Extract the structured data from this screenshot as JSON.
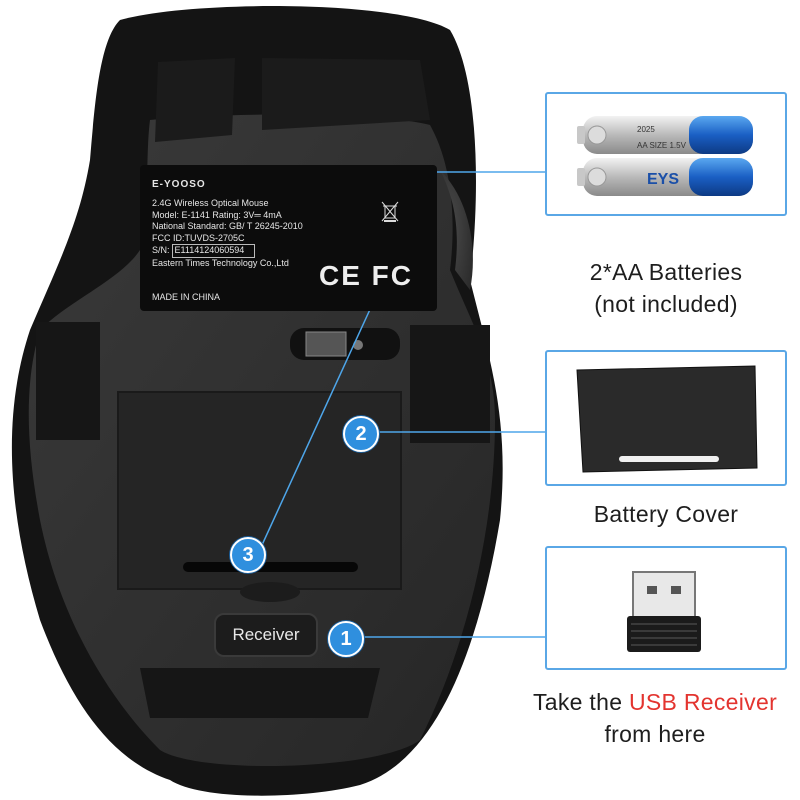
{
  "label": {
    "brand": "E-YOOSO",
    "lines": [
      "2.4G Wireless Optical Mouse",
      "Model: E-1141    Rating: 3V═ 4mA",
      "National Standard:  GB/ T 26245-2010",
      "FCC ID:TUVDS-2705C"
    ],
    "sn_label": "S/N:",
    "sn_value": "E1114124060594",
    "maker": "Eastern Times Technology Co.,Ltd",
    "made_in": "MADE IN CHINA",
    "certs": "CE FC"
  },
  "receiver_button": "Receiver",
  "markers": [
    "1",
    "2",
    "3"
  ],
  "captions": {
    "batteries_line1": "2*AA Batteries",
    "batteries_line2": "(not included)",
    "cover": "Battery Cover",
    "usb_prefix": "Take the ",
    "usb_highlight": "USB Receiver",
    "usb_line2": "from here"
  },
  "battery_print": {
    "brand": "EYS",
    "size": "AA SIZE 1.5V",
    "year": "2025"
  },
  "colors": {
    "accent": "#2f8fde",
    "highlight": "#e3342f",
    "panel_border": "#5aa7e6"
  }
}
